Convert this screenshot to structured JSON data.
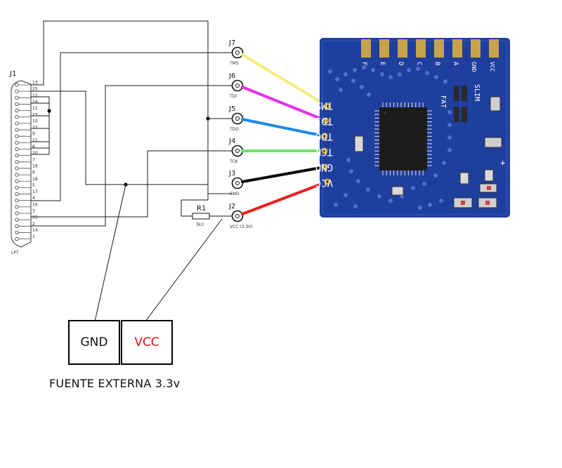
{
  "connector": {
    "ref": "J1",
    "type_label": "LPT",
    "pins": [
      "13",
      "25",
      "12",
      "24",
      "11",
      "23",
      "10",
      "22",
      "9",
      "21",
      "8",
      "20",
      "7",
      "19",
      "6",
      "18",
      "5",
      "17",
      "4",
      "16",
      "3",
      "15",
      "2",
      "14",
      "1"
    ]
  },
  "jacks": [
    {
      "ref": "J7",
      "signal": "TMS"
    },
    {
      "ref": "J6",
      "signal": "TDI"
    },
    {
      "ref": "J5",
      "signal": "TDO"
    },
    {
      "ref": "J4",
      "signal": "TCK"
    },
    {
      "ref": "J3",
      "signal": "GND"
    },
    {
      "ref": "J2",
      "signal": "VCC (3.3V)"
    }
  ],
  "resistor": {
    "ref": "R1",
    "value": "3k3"
  },
  "board": {
    "pads": [
      "F",
      "E",
      "D",
      "C",
      "B",
      "A",
      "GND",
      "VCC"
    ],
    "header_labels": [
      "TMS",
      "TDI",
      "TDO",
      "TCK",
      "GND",
      "VCC"
    ],
    "mode_labels": [
      "FAT",
      "SLIM"
    ],
    "plus_sign": "+"
  },
  "wire_colors": {
    "TMS": "#f3ee7a",
    "TDI": "#ea2bea",
    "TDO": "#1a8bea",
    "TCK": "#66e866",
    "GND": "#0a0a0a",
    "VCC": "#e82020"
  },
  "power_supply": {
    "gnd_label": "GND",
    "vcc_label": "VCC",
    "caption": "FUENTE EXTERNA 3.3v"
  }
}
